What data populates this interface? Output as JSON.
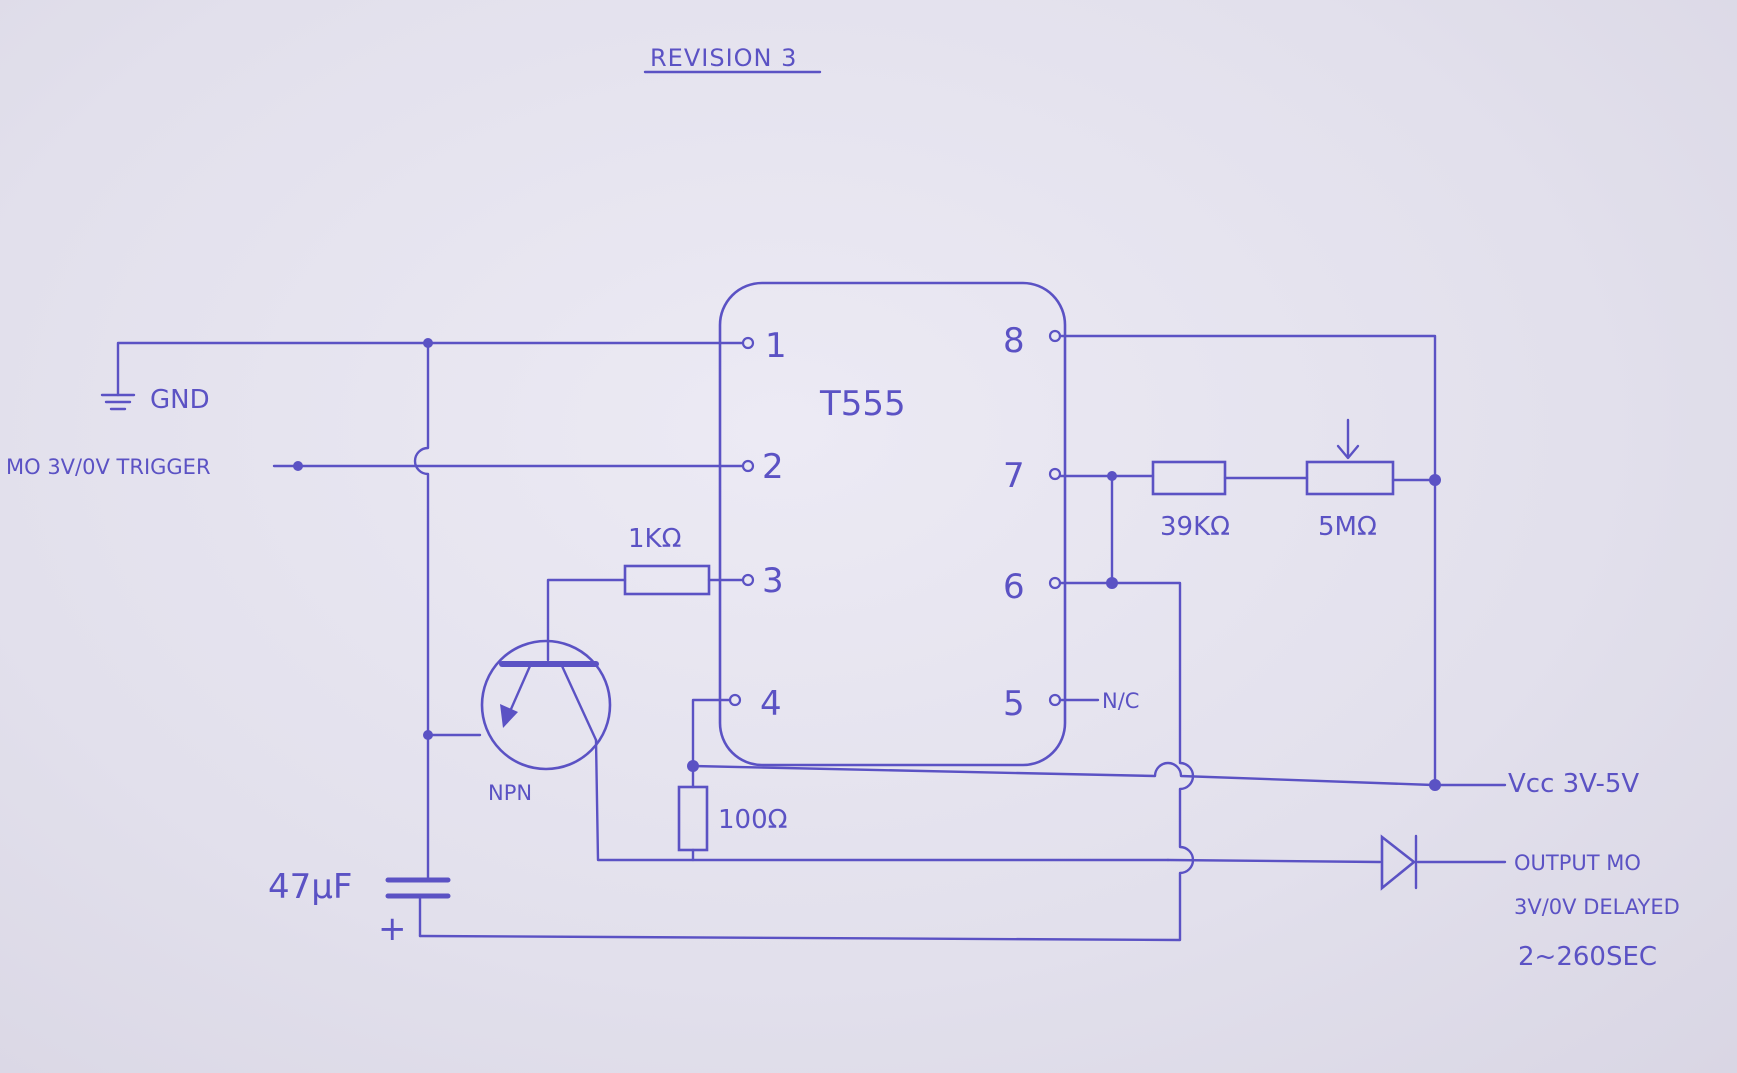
{
  "title": "REVISION 3",
  "chip": {
    "name": "T555",
    "pins": [
      "1",
      "2",
      "3",
      "4",
      "5",
      "6",
      "7",
      "8"
    ]
  },
  "labels": {
    "gnd": "GND",
    "trigger": "MO 3V/0V TRIGGER",
    "nc": "N/C",
    "vcc": "Vcc 3V-5V",
    "output_line1": "OUTPUT MO",
    "output_line2": "3V/0V DELAYED",
    "output_line3": "2~260SEC"
  },
  "components": {
    "r1": "1KΩ",
    "r2": "100Ω",
    "r3": "39KΩ",
    "pot": "5MΩ",
    "transistor": "NPN",
    "capacitor": "47μF",
    "cap_plus": "+"
  },
  "colors": {
    "ink": "#5b52c4",
    "paper": "#e4e2ee"
  }
}
